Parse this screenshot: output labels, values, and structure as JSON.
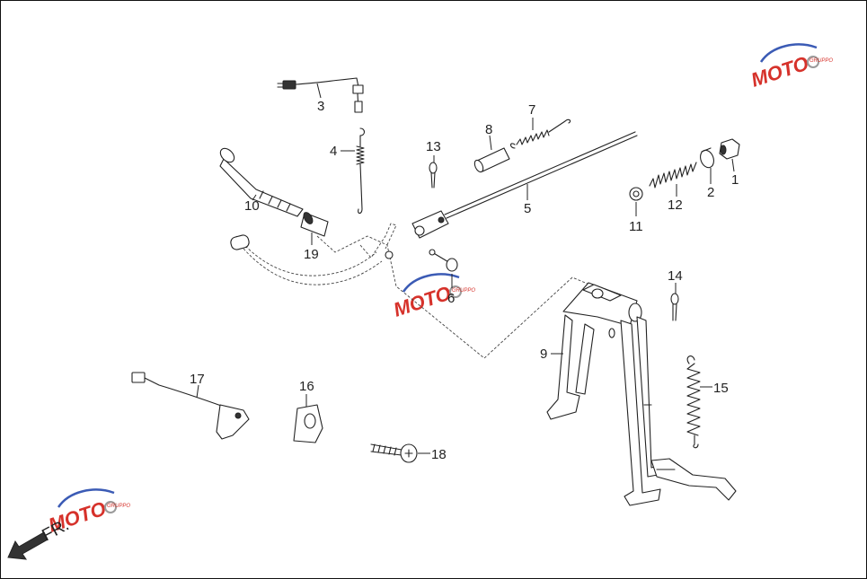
{
  "diagram": {
    "callouts": [
      {
        "id": "1",
        "label": "1"
      },
      {
        "id": "2",
        "label": "2"
      },
      {
        "id": "3",
        "label": "3"
      },
      {
        "id": "4",
        "label": "4"
      },
      {
        "id": "5",
        "label": "5"
      },
      {
        "id": "6",
        "label": "6"
      },
      {
        "id": "7",
        "label": "7"
      },
      {
        "id": "8",
        "label": "8"
      },
      {
        "id": "9",
        "label": "9"
      },
      {
        "id": "10",
        "label": "10"
      },
      {
        "id": "11",
        "label": "11"
      },
      {
        "id": "12",
        "label": "12"
      },
      {
        "id": "13",
        "label": "13"
      },
      {
        "id": "14",
        "label": "14"
      },
      {
        "id": "15",
        "label": "15"
      },
      {
        "id": "16",
        "label": "16"
      },
      {
        "id": "17",
        "label": "17"
      },
      {
        "id": "18",
        "label": "18"
      },
      {
        "id": "19",
        "label": "19"
      }
    ],
    "direction_label": "FR.",
    "watermark": {
      "brand": "MOTO",
      "sub": "GRUPPO",
      "colors": {
        "red": "#d6322b",
        "blue": "#3b5bb5",
        "gray": "#9a9a9a"
      }
    }
  }
}
